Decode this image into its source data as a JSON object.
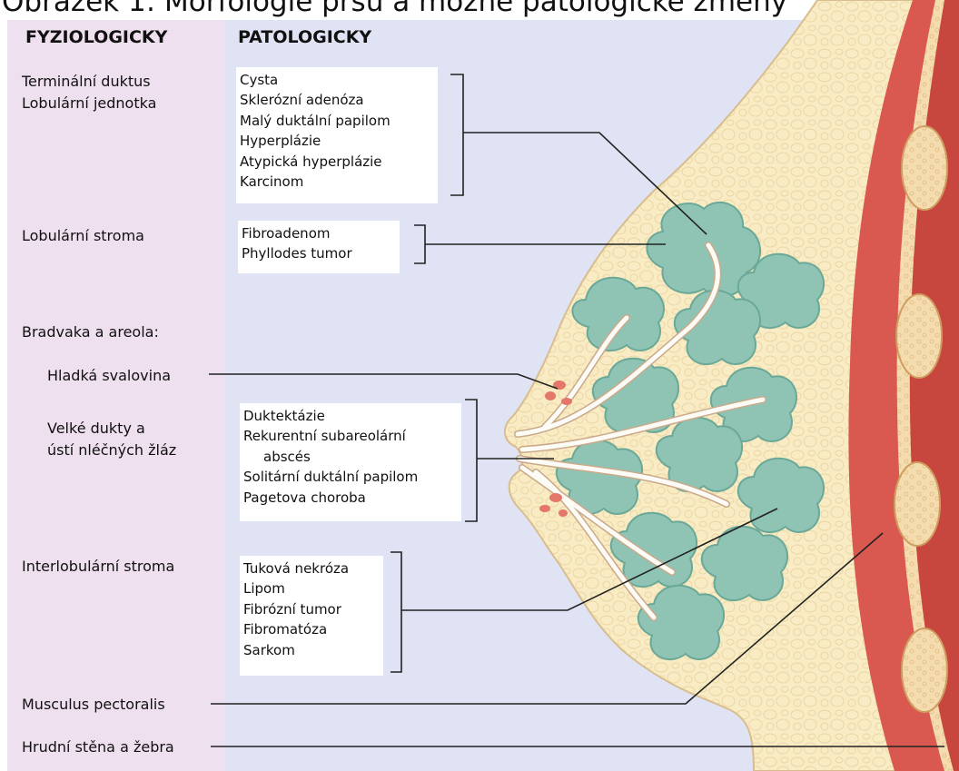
{
  "title": "Obrázek 1: Morfologie prsu a možné patologické změny",
  "headers": {
    "physiological": "FYZIOLOGICKY",
    "pathological": "PATOLOGICKY"
  },
  "physiological": {
    "tdlu_line1": "Terminální duktus",
    "tdlu_line2": "Lobulární jednotka",
    "lobular_stroma": "Lobulární stroma",
    "nipple_areola": "Bradvaka a areola:",
    "smooth_muscle": "Hladká svalovina",
    "large_ducts_line1": "Velké dukty a",
    "large_ducts_line2": "ústí nléčných žláz",
    "interlobular_stroma": "Interlobulární stroma",
    "pectoralis": "Musculus pectoralis",
    "chest_wall": "Hrudní stěna a žebra"
  },
  "pathological": {
    "tdlu_items": [
      "Cysta",
      "Sklerózní adenóza",
      "Malý duktální papilom",
      "Hyperplázie",
      "Atypická hyperplázie",
      "Karcinom"
    ],
    "lobular_items": [
      "Fibroadenom",
      "Phyllodes tumor"
    ],
    "duct_items": [
      "Duktektázie",
      "Rekurentní subareolární",
      "abscés",
      "Solitární duktální papilom",
      "Pagetova choroba"
    ],
    "interlobular_items": [
      "Tuková nekróza",
      "Lipom",
      "Fibrózní tumor",
      "Fibromatóza",
      "Sarkom"
    ]
  },
  "colors": {
    "left_panel": "#eee0ee",
    "background_panel": "#dfe3f3",
    "breast_fat": "#f9ebc3",
    "breast_outline": "#d9bd8e",
    "lobule": "#8fc4b5",
    "duct": "#fdfbf5",
    "muscle": "#d9584f",
    "rib_wall": "#f2d7a8",
    "leader_line": "#222222"
  }
}
